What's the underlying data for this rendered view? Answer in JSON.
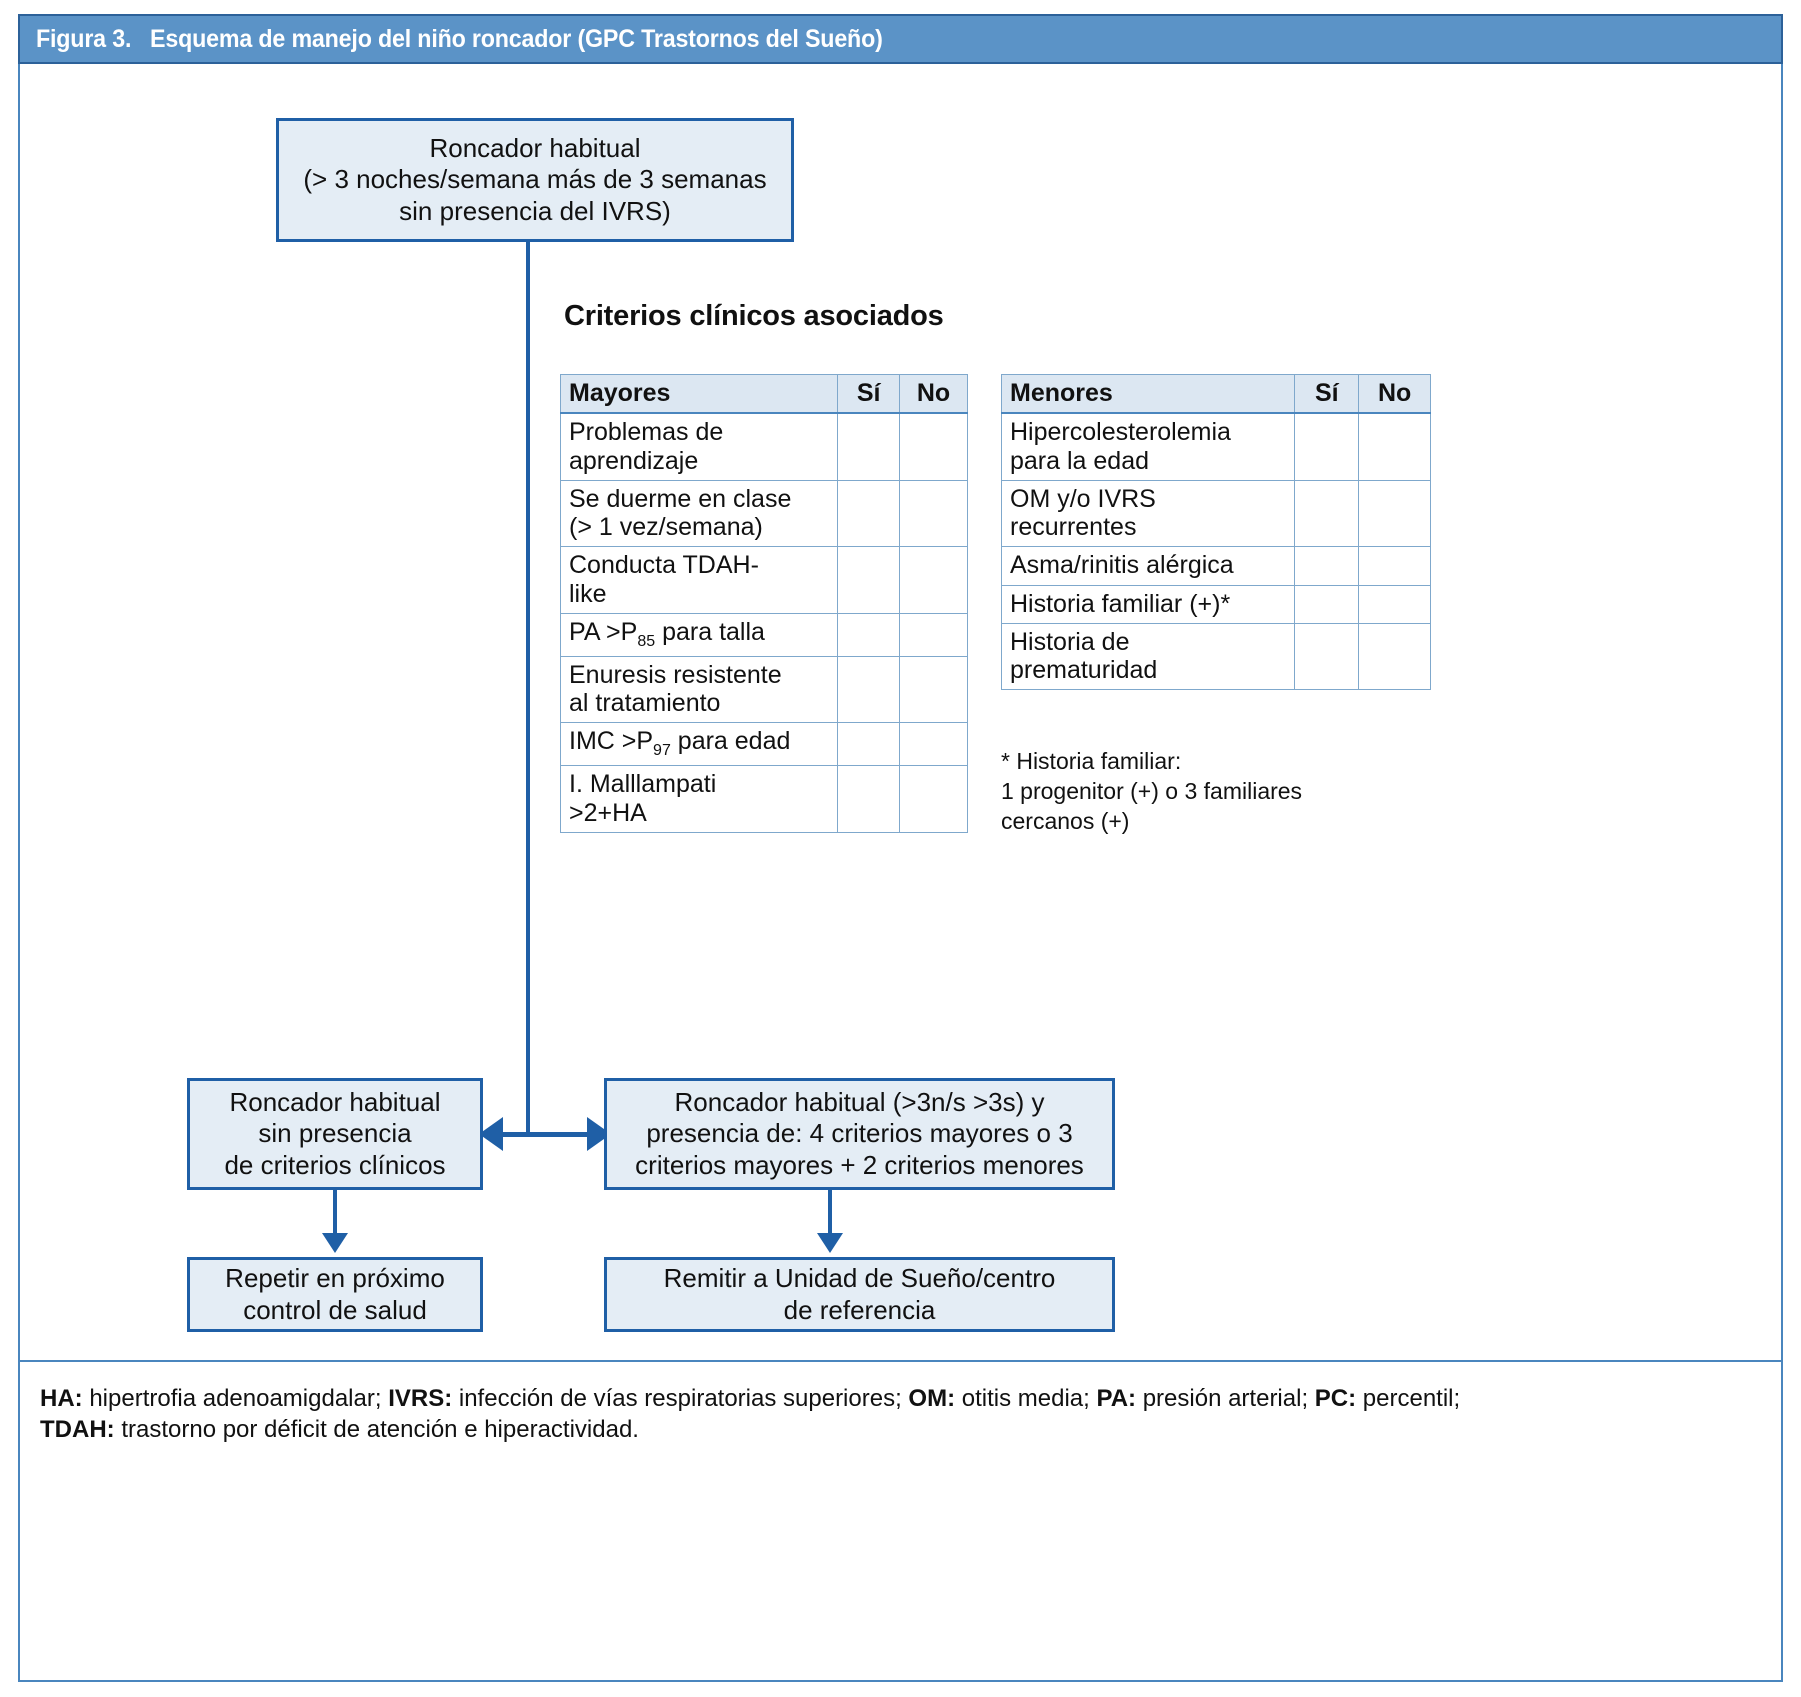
{
  "figure": {
    "number_label": "Figura 3.",
    "title": "Esquema de manejo del niño roncador (GPC Trastornos del Sueño)",
    "header_bg": "#5B93C7",
    "box_fill": "#E4EDF5",
    "box_border": "#1F5FA6",
    "frame_border": "#4A86BE"
  },
  "boxes": {
    "top": {
      "line1": "Roncador habitual",
      "line2": "(> 3 noches/semana más de 3 semanas",
      "line3": "sin presencia del IVRS)"
    },
    "bottom_left": {
      "line1": "Roncador habitual",
      "line2": "sin presencia",
      "line3": "de criterios clínicos"
    },
    "bottom_right": {
      "line1": "Roncador habitual (>3n/s >3s) y",
      "line2": "presencia de: 4 criterios mayores o 3",
      "line3": "criterios mayores + 2 criterios menores"
    },
    "repetir": {
      "line1": "Repetir en próximo",
      "line2": "control de salud"
    },
    "remitir": {
      "line1": "Remitir a Unidad de Sueño/centro",
      "line2": "de referencia"
    }
  },
  "criteria": {
    "heading": "Criterios clínicos asociados",
    "mayores": {
      "headers": [
        "Mayores",
        "Sí",
        "No"
      ],
      "rows": [
        "Problemas de aprendizaje",
        "Se duerme en clase (> 1 vez/semana)",
        "Conducta TDAH-like",
        "PA >P85 para talla",
        "Enuresis resistente al tratamiento",
        "IMC >P97 para edad",
        "I. Malllampati >2+HA"
      ],
      "rows_lines": [
        [
          "Problemas de",
          "aprendizaje"
        ],
        [
          "Se duerme en clase",
          "(> 1 vez/semana)"
        ],
        [
          "Conducta TDAH-",
          "like"
        ],
        [
          "PA >P85 para talla"
        ],
        [
          "Enuresis resistente",
          "al tratamiento"
        ],
        [
          "IMC >P97 para edad"
        ],
        [
          "I. Malllampati",
          ">2+HA"
        ]
      ]
    },
    "menores": {
      "headers": [
        "Menores",
        "Sí",
        "No"
      ],
      "rows": [
        "Hipercolesterolemia para la edad",
        "OM y/o IVRS recurrentes",
        "Asma/rinitis alérgica",
        "Historia familiar (+)*",
        "Historia de prematuridad"
      ],
      "rows_lines": [
        [
          "Hipercolesterolemia",
          "para la edad"
        ],
        [
          "OM y/o IVRS",
          "recurrentes"
        ],
        [
          "Asma/rinitis alérgica"
        ],
        [
          "Historia familiar (+)*"
        ],
        [
          "Historia de",
          "prematuridad"
        ]
      ]
    },
    "note": {
      "line1": "* Historia familiar:",
      "line2": "1 progenitor (+) o 3 familiares",
      "line3": "cercanos (+)"
    }
  },
  "abbreviations": {
    "line1_parts": [
      {
        "bold": "HA:",
        "text": " hipertrofia adenoamigdalar; "
      },
      {
        "bold": "IVRS:",
        "text": " infección de vías respiratorias superiores; "
      },
      {
        "bold": "OM:",
        "text": " otitis media; "
      },
      {
        "bold": "PA:",
        "text": " presión arterial; "
      },
      {
        "bold": "PC:",
        "text": " percentil;"
      }
    ],
    "line2_parts": [
      {
        "bold": "TDAH:",
        "text": " trastorno por déficit de atención e hiperactividad."
      }
    ]
  }
}
